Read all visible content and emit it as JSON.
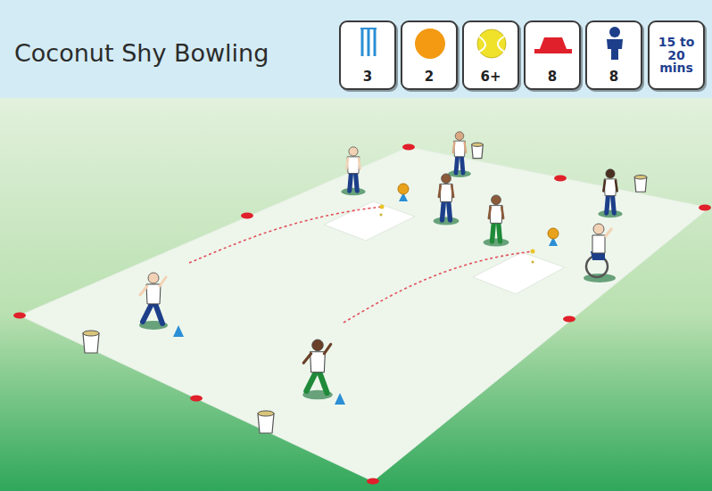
{
  "diagram": {
    "title": "Coconut Shy Bowling",
    "nodes": [
      {
        "text": [
          "3"
        ]
      },
      {
        "text": [
          "2"
        ]
      },
      {
        "text": [
          "6+"
        ]
      },
      {
        "text": [
          "8"
        ]
      },
      {
        "text": [
          "8"
        ]
      },
      {
        "text": [
          "15 to 20 mins"
        ]
      }
    ]
  }
}
